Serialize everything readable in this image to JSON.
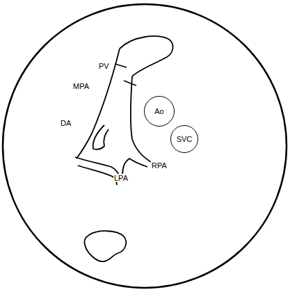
{
  "diagram": {
    "nodes": [
      {
        "text": [
          "Ao"
        ]
      },
      {
        "text": [
          "SVC"
        ]
      }
    ],
    "labels": [
      "PV",
      "MPA",
      "DA",
      "LPA",
      "RPA"
    ]
  }
}
